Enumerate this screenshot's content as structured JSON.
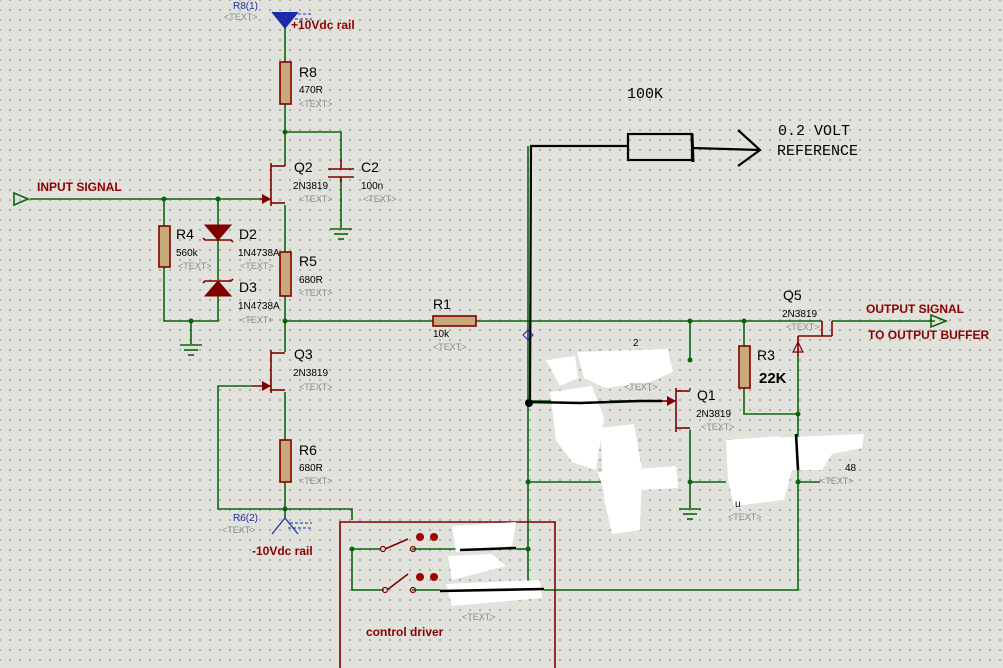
{
  "power": {
    "top_ref": "R8(1)",
    "top_ph": "<TEXT>",
    "top_label": "+10Vdc rail",
    "bottom_ref": "R6(2)",
    "bottom_ph": "<TEXT>",
    "bottom_label": "-10Vdc rail"
  },
  "labels": {
    "input": "INPUT SIGNAL",
    "output": "OUTPUT SIGNAL",
    "output_buffer": "TO OUTPUT BUFFER",
    "control": "control driver"
  },
  "handwritten": {
    "res_value": "100K",
    "ref_line1": "0.2 VOLT",
    "ref_line2": "REFERENCE",
    "r3_value": "22K"
  },
  "components": {
    "r8": {
      "ref": "R8",
      "value": "470R",
      "ph": "<TEXT>"
    },
    "q2": {
      "ref": "Q2",
      "value": "2N3819",
      "ph": "<TEXT>"
    },
    "c2": {
      "ref": "C2",
      "value": "100n",
      "ph": "<TEXT>"
    },
    "r4": {
      "ref": "R4",
      "value": "560k",
      "ph": "<TEXT>"
    },
    "d2": {
      "ref": "D2",
      "value": "1N4738A",
      "ph": "<TEXT>"
    },
    "d3": {
      "ref": "D3",
      "value": "1N4738A",
      "ph": "<TEXT>"
    },
    "r5": {
      "ref": "R5",
      "value": "680R",
      "ph": "<TEXT>"
    },
    "r1": {
      "ref": "R1",
      "value": "10k",
      "ph": "<TEXT>"
    },
    "q3": {
      "ref": "Q3",
      "value": "2N3819",
      "ph": "<TEXT>"
    },
    "r6": {
      "ref": "R6",
      "value": "680R",
      "ph": "<TEXT>"
    },
    "q5": {
      "ref": "Q5",
      "value": "2N3819",
      "ph": "<TEXT>"
    },
    "r3": {
      "ref": "R3"
    },
    "q1": {
      "ref": "Q1",
      "value": "2N3819",
      "ph": "<TEXT>"
    }
  },
  "partial": {
    "a": "2",
    "a_ph": "<TEXT>",
    "b": "48",
    "b_ph": "<TEXT>",
    "c": "u",
    "c_ph": "<TEXT>",
    "d_ph": "<TEXT>"
  }
}
